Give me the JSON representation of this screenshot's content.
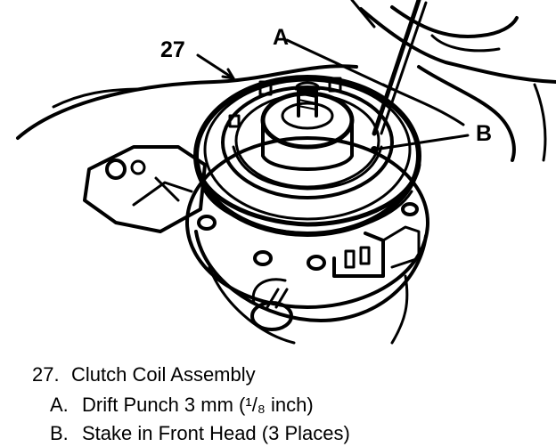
{
  "callouts": {
    "item_27": "27",
    "item_a": "A",
    "item_b": "B"
  },
  "legend": [
    {
      "key": "27.",
      "text": "Clutch Coil Assembly"
    },
    {
      "key": "A.",
      "text": "Drift Punch 3 mm (¹/₈ inch)"
    },
    {
      "key": "B.",
      "text": "Stake in Front Head (3 Places)"
    }
  ],
  "colors": {
    "ink": "#000000",
    "paper": "#ffffff"
  }
}
